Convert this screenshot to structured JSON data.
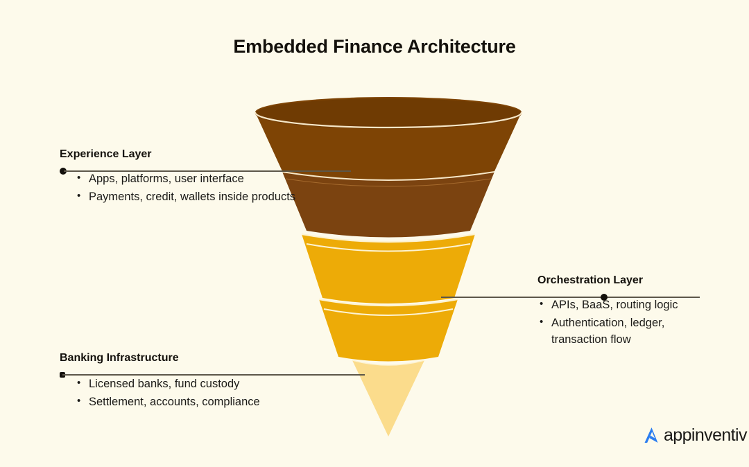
{
  "page": {
    "title": "Embedded Finance Architecture",
    "background_color": "#FDFAEB"
  },
  "funnel": {
    "segments": [
      {
        "name": "experience-top",
        "color": "#7E4405",
        "rim_color": "#9A5A13",
        "edge_color": "#F6E7C8"
      },
      {
        "name": "experience-body",
        "color": "#7B4310",
        "rim_color": "#7B4310",
        "edge_color": "#F6E7C8"
      },
      {
        "name": "orchestration-upper",
        "color": "#EDAB07",
        "rim_color": "#E9A406",
        "edge_color": "#FDF3D2"
      },
      {
        "name": "orchestration-lower",
        "color": "#EDAB07",
        "rim_color": "#E9A406",
        "edge_color": "#FDF3D2"
      },
      {
        "name": "banking-tip",
        "color": "#FBDC8C",
        "rim_color": "#FBDC8C",
        "edge_color": "#FDF3D2"
      }
    ]
  },
  "callouts": {
    "experience": {
      "title": "Experience Layer",
      "bullets": [
        "Apps, platforms, user interface",
        "Payments, credit, wallets inside products"
      ]
    },
    "orchestration": {
      "title": "Orchestration Layer",
      "bullets": [
        "APIs, BaaS, routing logic",
        "Authentication, ledger,\ntransaction flow"
      ]
    },
    "banking": {
      "title": "Banking Infrastructure",
      "bullets": [
        "Licensed banks, fund custody",
        "Settlement, accounts, compliance"
      ]
    }
  },
  "logo": {
    "mark": "appinventiv-logo-mark",
    "text": "appinventiv",
    "mark_color": "#2B7DF0",
    "text_color": "#1B1A17"
  }
}
